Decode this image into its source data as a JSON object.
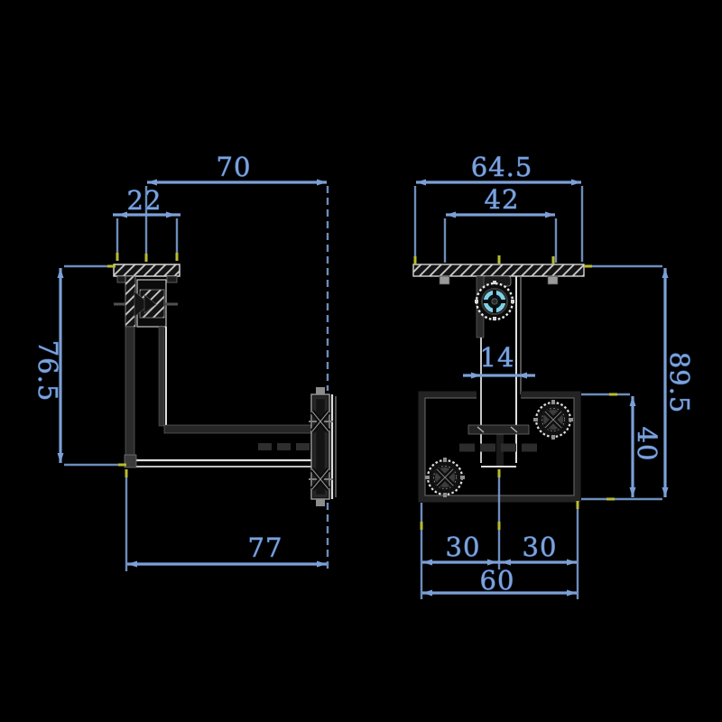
{
  "drawing": {
    "type": "technical-drawing",
    "views": {
      "side": {
        "label": "side-view",
        "dims": {
          "top_width": "70",
          "clamp_width": "22",
          "height": "76.5",
          "bottom_width": "77"
        }
      },
      "front": {
        "label": "front-view",
        "dims": {
          "flange_width": "64.5",
          "bolt_spacing": "42",
          "stem_width": "14",
          "overall_height": "89.5",
          "plate_height": "40",
          "bolt_offset_left": "30",
          "bolt_offset_right": "30",
          "plate_width": "60"
        }
      }
    }
  },
  "colors": {
    "background": "#000000",
    "dimension_line": "#7ca0d6",
    "dimension_text": "#7fa2d6",
    "dimension_text_outline": "#2f5fa8",
    "reference_tick": "#b9bc2f",
    "part_outline_light": "#dedede",
    "part_outline_mid": "#8a8a8a",
    "part_fill_dark": "#1d1d1d",
    "bolt_ring_accent": "#7fd0e4"
  }
}
